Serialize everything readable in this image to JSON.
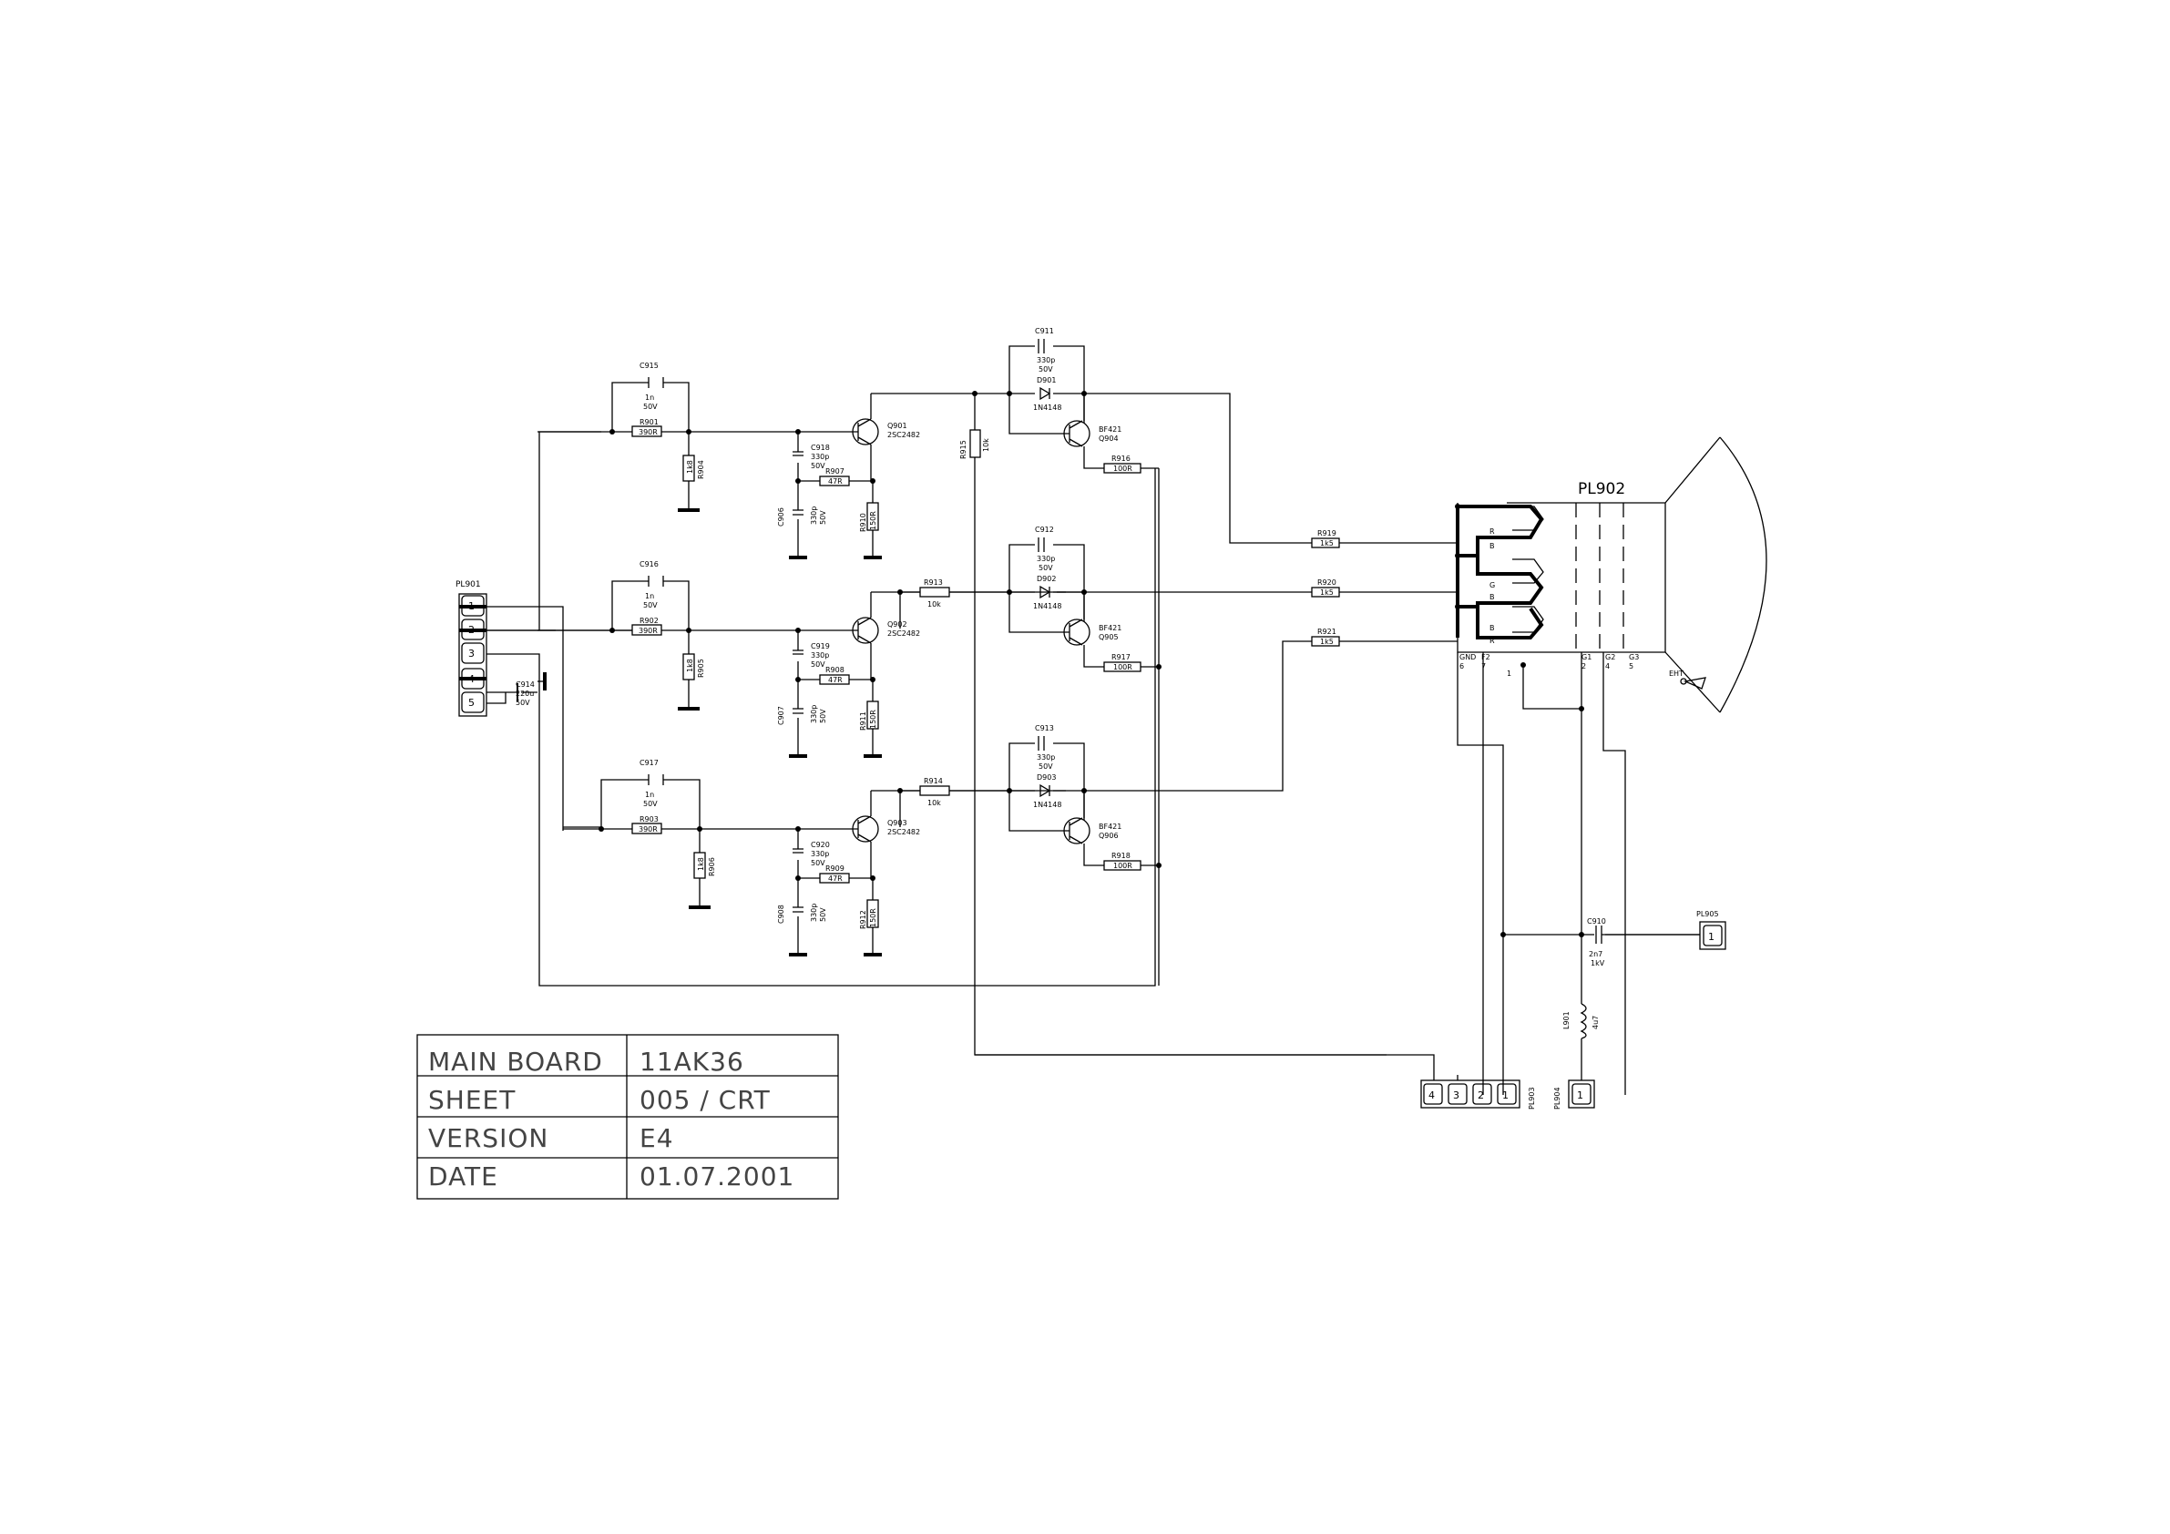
{
  "connectors": {
    "pl901": {
      "name": "PL901",
      "pins": [
        "1",
        "2",
        "3",
        "4",
        "5"
      ]
    },
    "pl902": {
      "name": "PL902"
    },
    "pl903": {
      "name": "PL903",
      "pins": [
        "4",
        "3",
        "2",
        "1"
      ]
    },
    "pl904": {
      "name": "PL904",
      "pins": [
        "1"
      ]
    },
    "pl905": {
      "name": "PL905",
      "pins": [
        "1"
      ]
    }
  },
  "channels": [
    {
      "c_fb": {
        "ref": "C915",
        "val": "1n",
        "volt": "50V"
      },
      "r_in": {
        "ref": "R901",
        "val": "390R"
      },
      "r_gnd": {
        "ref": "R904",
        "val": "1k8"
      },
      "transistor": {
        "ref": "Q901",
        "type": "2SC2482"
      },
      "c_b": {
        "ref": "C918",
        "val": "330p",
        "volt": "50V"
      },
      "r_e": {
        "ref": "R907",
        "val": "47R"
      },
      "c_e": {
        "ref": "C906",
        "val": "330p",
        "volt": "50V"
      },
      "r_c": {
        "ref": "R910",
        "val": "150R"
      },
      "c_top": {
        "ref": "C911",
        "val": "330p",
        "volt": "50V"
      },
      "diode": {
        "ref": "D901",
        "type": "1N4148"
      },
      "out_tr": {
        "ref": "Q904",
        "type": "BF421"
      },
      "r_out": {
        "ref": "R916",
        "val": "100R"
      }
    },
    {
      "c_fb": {
        "ref": "C916",
        "val": "1n",
        "volt": "50V"
      },
      "r_in": {
        "ref": "R902",
        "val": "390R"
      },
      "r_gnd": {
        "ref": "R905",
        "val": "1k8"
      },
      "transistor": {
        "ref": "Q902",
        "type": "2SC2482"
      },
      "c_b": {
        "ref": "C919",
        "val": "330p",
        "volt": "50V"
      },
      "r_e": {
        "ref": "R908",
        "val": "47R"
      },
      "c_e": {
        "ref": "C907",
        "val": "330p",
        "volt": "50V"
      },
      "r_c": {
        "ref": "R911",
        "val": "150R"
      },
      "c_top": {
        "ref": "C912",
        "val": "330p",
        "volt": "50V"
      },
      "diode": {
        "ref": "D902",
        "type": "1N4148"
      },
      "out_tr": {
        "ref": "Q905",
        "type": "BF421"
      },
      "r_out": {
        "ref": "R917",
        "val": "100R"
      }
    },
    {
      "c_fb": {
        "ref": "C917",
        "val": "1n",
        "volt": "50V"
      },
      "r_in": {
        "ref": "R903",
        "val": "390R"
      },
      "r_gnd": {
        "ref": "R906",
        "val": "1k8"
      },
      "transistor": {
        "ref": "Q903",
        "type": "2SC2482"
      },
      "c_b": {
        "ref": "C920",
        "val": "330p",
        "volt": "50V"
      },
      "r_e": {
        "ref": "R909",
        "val": "47R"
      },
      "c_e": {
        "ref": "C908",
        "val": "330p",
        "volt": "50V"
      },
      "r_c": {
        "ref": "R912",
        "val": "150R"
      },
      "c_top": {
        "ref": "C913",
        "val": "330p",
        "volt": "50V"
      },
      "diode": {
        "ref": "D903",
        "type": "1N4148"
      },
      "out_tr": {
        "ref": "Q906",
        "type": "BF421"
      },
      "r_out": {
        "ref": "R918",
        "val": "100R"
      }
    }
  ],
  "misc": {
    "c914": {
      "ref": "C914",
      "val": "220u",
      "volt": "50V"
    },
    "r913": {
      "ref": "R913",
      "val": "10k"
    },
    "r914": {
      "ref": "R914",
      "val": "10k"
    },
    "r915": {
      "ref": "R915",
      "val": "10k"
    },
    "r919": {
      "ref": "R919",
      "val": "1k5"
    },
    "r920": {
      "ref": "R920",
      "val": "1k5"
    },
    "r921": {
      "ref": "R921",
      "val": "1k5"
    },
    "c910": {
      "ref": "C910",
      "val": "2n7",
      "volt": "1kV"
    },
    "l901": {
      "ref": "L901",
      "val": "4u7"
    }
  },
  "crt": {
    "pins": {
      "gnd": "GND",
      "gnd_no": "6",
      "f2": "F2",
      "f2_no": "7",
      "g1": "G1",
      "g1_no": "2",
      "g2": "G2",
      "g2_no": "4",
      "g3": "G3",
      "g3_no": "5",
      "eht": "EHT",
      "left_no": "1"
    },
    "cathode_marks": [
      "R",
      "B",
      "G",
      "B",
      "B",
      "R"
    ]
  },
  "title_block": {
    "rows": [
      {
        "label": "MAIN BOARD",
        "value": "11AK36"
      },
      {
        "label": "SHEET",
        "value": "005 / CRT"
      },
      {
        "label": "VERSION",
        "value": "E4"
      },
      {
        "label": "DATE",
        "value": "01.07.2001"
      }
    ]
  }
}
